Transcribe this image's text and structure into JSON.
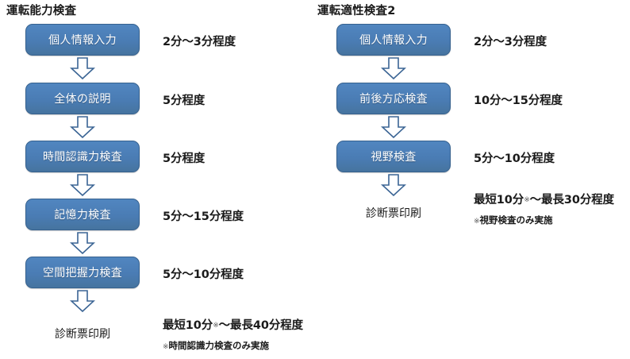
{
  "colors": {
    "box_fill": "#4a7cb4",
    "box_border": "#36618e",
    "box_text": "#ffffff",
    "arrow_fill": "#ffffff",
    "arrow_border": "#3a6494",
    "text": "#1a1a1a",
    "page_background": "#ffffff"
  },
  "columns": [
    {
      "id": "driving-ability-test",
      "title": "運転能力検査",
      "steps": [
        {
          "label": "個人情報入力",
          "duration": "2分～3分程度"
        },
        {
          "label": "全体の説明",
          "duration": "5分程度"
        },
        {
          "label": "時間認識力検査",
          "duration": "5分程度"
        },
        {
          "label": "記憶力検査",
          "duration": "5分～15分程度"
        },
        {
          "label": "空間把握力検査",
          "duration": "5分～10分程度"
        }
      ],
      "terminal": {
        "label": "診断票印刷"
      },
      "total": {
        "prefix": "最短10分",
        "mark": "※",
        "suffix": "～最長40分程度",
        "footnote_mark": "※",
        "footnote": "時間認識力検査のみ実施"
      }
    },
    {
      "id": "driving-aptitude-test-2",
      "title": "運転適性検査2",
      "steps": [
        {
          "label": "個人情報入力",
          "duration": "2分～3分程度"
        },
        {
          "label": "前後方応検査",
          "duration": "10分～15分程度"
        },
        {
          "label": "視野検査",
          "duration": "5分～10分程度"
        }
      ],
      "terminal": {
        "label": "診断票印刷"
      },
      "total": {
        "prefix": "最短10分",
        "mark": "※",
        "suffix": "～最長30分程度",
        "footnote_mark": "※",
        "footnote": "視野検査のみ実施"
      }
    }
  ],
  "icons": {
    "arrow": "down-block-arrow-icon"
  }
}
